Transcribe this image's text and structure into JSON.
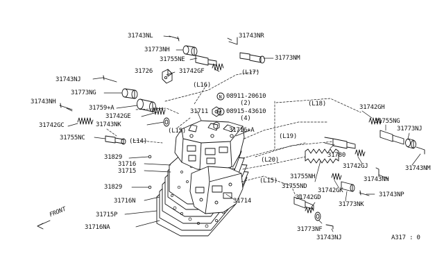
{
  "colors": {
    "line": "#111111",
    "background": "#ffffff"
  },
  "diagram": {
    "reference_code": "A317 : 0",
    "front_label": "FRONT",
    "part_labels": [
      {
        "id": "p1",
        "text": "31743NL"
      },
      {
        "id": "p2",
        "text": "31743NR"
      },
      {
        "id": "p3",
        "text": "31773NH"
      },
      {
        "id": "p4",
        "text": "31773NM"
      },
      {
        "id": "p5",
        "text": "31755NE"
      },
      {
        "id": "p6",
        "text": "31726"
      },
      {
        "id": "p7",
        "text": "31742GF"
      },
      {
        "id": "p8",
        "text": "(L17)"
      },
      {
        "id": "p9",
        "text": "31743NJ"
      },
      {
        "id": "p10",
        "text": "(L16)"
      },
      {
        "id": "p11",
        "text": "31773NG"
      },
      {
        "id": "p12",
        "text": "08911-20610"
      },
      {
        "id": "p13",
        "text": "(2)"
      },
      {
        "id": "p14",
        "text": "(L18)"
      },
      {
        "id": "p15",
        "text": "31743NH"
      },
      {
        "id": "p16",
        "text": "31759+A"
      },
      {
        "id": "p17",
        "text": "31711"
      },
      {
        "id": "p18",
        "text": "08915-43610"
      },
      {
        "id": "p19",
        "text": "(4)"
      },
      {
        "id": "p20",
        "text": "31742GH"
      },
      {
        "id": "p21",
        "text": "31742GE"
      },
      {
        "id": "p22",
        "text": "31755NG"
      },
      {
        "id": "p23",
        "text": "31742GC"
      },
      {
        "id": "p24",
        "text": "31743NK"
      },
      {
        "id": "p25",
        "text": "31716+A"
      },
      {
        "id": "p26",
        "text": "31773NJ"
      },
      {
        "id": "p27",
        "text": "(L15)"
      },
      {
        "id": "p28",
        "text": "(L19)"
      },
      {
        "id": "p29",
        "text": "31755NC"
      },
      {
        "id": "p30",
        "text": "(L14)"
      },
      {
        "id": "p31",
        "text": "31780"
      },
      {
        "id": "p32",
        "text": "31829"
      },
      {
        "id": "p33",
        "text": "(L20)"
      },
      {
        "id": "p34",
        "text": "31742GJ"
      },
      {
        "id": "p35",
        "text": "31743NM"
      },
      {
        "id": "p36",
        "text": "31716"
      },
      {
        "id": "p37",
        "text": "31715"
      },
      {
        "id": "p38",
        "text": "31755NH"
      },
      {
        "id": "p39",
        "text": "31743NN"
      },
      {
        "id": "p40",
        "text": "(L15)"
      },
      {
        "id": "p41",
        "text": "31829"
      },
      {
        "id": "p42",
        "text": "31755ND"
      },
      {
        "id": "p43",
        "text": "31742GK"
      },
      {
        "id": "p44",
        "text": "31743NP"
      },
      {
        "id": "p45",
        "text": "31716N"
      },
      {
        "id": "p46",
        "text": "31714"
      },
      {
        "id": "p47",
        "text": "31742GD"
      },
      {
        "id": "p48",
        "text": "31773NK"
      },
      {
        "id": "p49",
        "text": "31715P"
      },
      {
        "id": "p50",
        "text": "31716NA"
      },
      {
        "id": "p51",
        "text": "31773NF"
      },
      {
        "id": "p52",
        "text": "31743NJ"
      }
    ]
  }
}
